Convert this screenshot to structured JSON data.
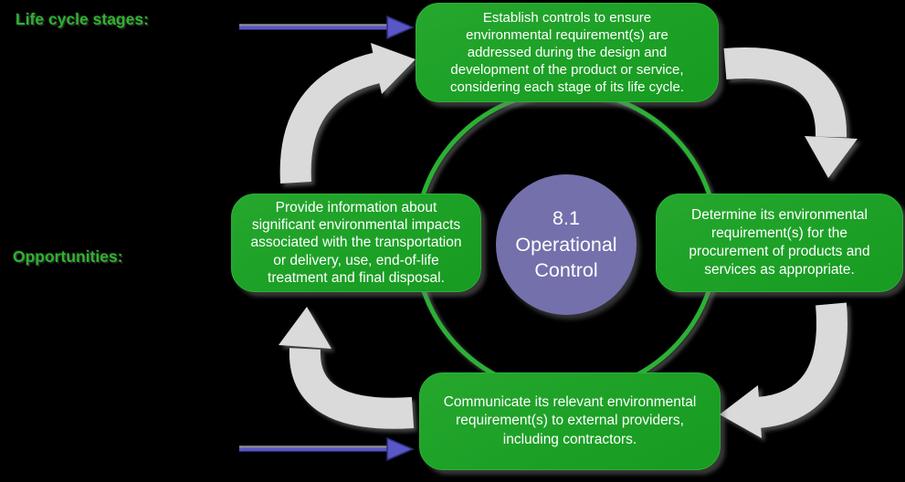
{
  "labels": {
    "life_cycle_stages": "Life cycle stages:",
    "opportunities": "Opportunities:"
  },
  "center_circle": {
    "text": "8.1\nOperational\nControl"
  },
  "boxes": {
    "top": {
      "text": "Establish controls to ensure\nenvironmental requirement(s) are\naddressed during the design and\ndevelopment of the product or service,\nconsidering each stage of its life cycle."
    },
    "right": {
      "text": "Determine its environmental\nrequirement(s) for the\nprocurement of products and\nservices as appropriate."
    },
    "bottom": {
      "text": "Communicate its relevant environmental\nrequirement(s) to external providers,\nincluding contractors."
    },
    "left": {
      "text": "Provide information about\nsignificant environmental impacts\nassociated with the transportation\nor delivery, use, end-of-life\ntreatment and final disposal."
    }
  },
  "icons": {
    "cycle_arrows": [
      "cycle-arrow-top-left",
      "cycle-arrow-top-right",
      "cycle-arrow-bottom-right",
      "cycle-arrow-bottom-left"
    ],
    "pointer_arrows": [
      "pointer-arrow-life-cycle",
      "pointer-arrow-opportunities"
    ]
  },
  "colors": {
    "background": "#000000",
    "box_green": "#1ca026",
    "ring_green": "#2cb135",
    "hub_purple": "#7370ac",
    "cycle_arrow_gray": "#dadada",
    "pointer_blue": "#5956c8",
    "label_green": "#2db42d",
    "text_white": "#ffffff"
  }
}
